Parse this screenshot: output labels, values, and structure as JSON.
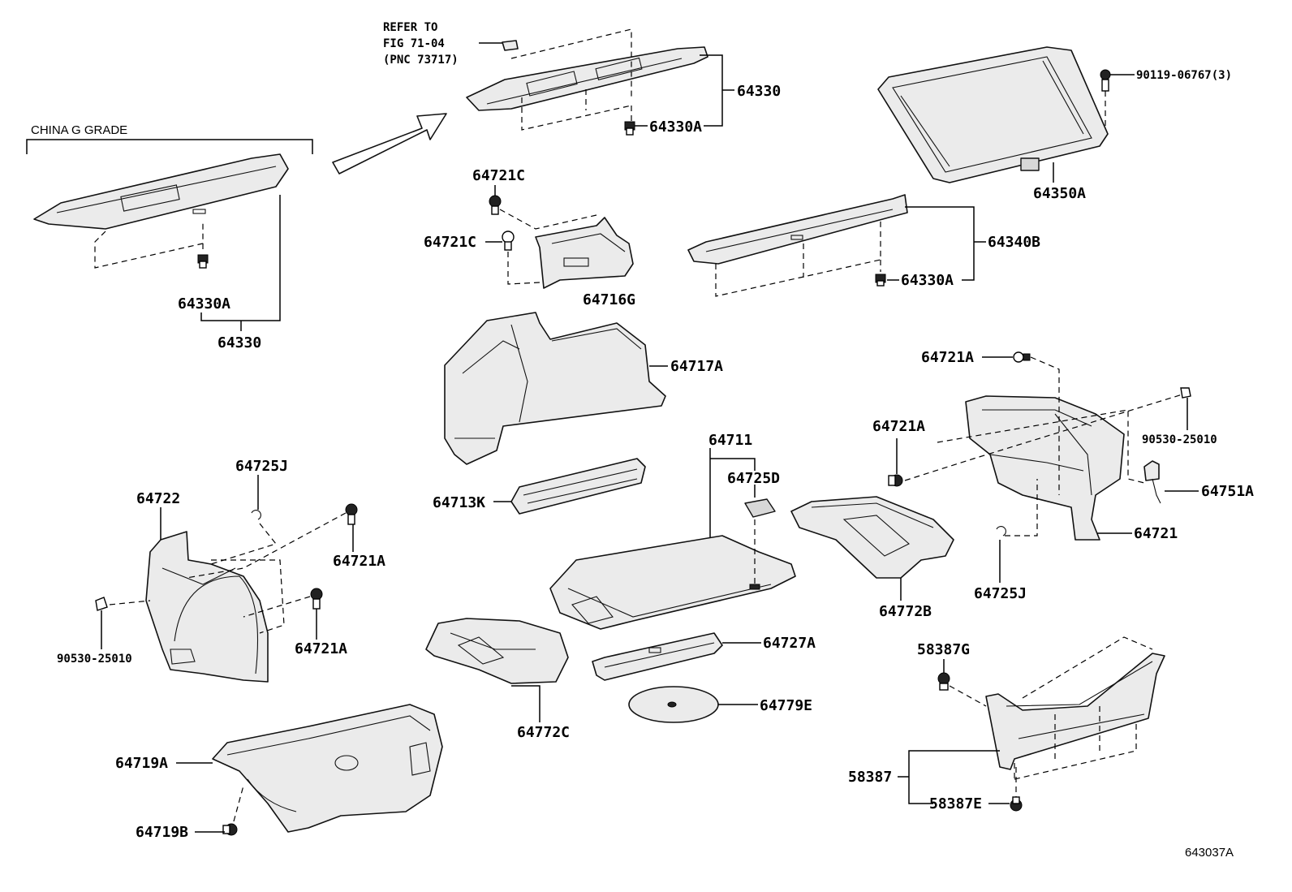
{
  "diagram_id": "643037A",
  "notes": {
    "refer_line1": "REFER TO",
    "refer_line2": "FIG 71-04",
    "refer_line3": "(PNC 73717)",
    "china_grade": "CHINA G GRADE"
  },
  "parts": {
    "p64330_main": "64330",
    "p64330a_top": "64330A",
    "p64330a_left": "64330A",
    "p64330_left": "64330",
    "p90119": "90119-06767(3)",
    "p64350a": "64350A",
    "p64721c_1": "64721C",
    "p64721c_2": "64721C",
    "p64716g": "64716G",
    "p64340b": "64340B",
    "p64330a_right": "64330A",
    "p64717a": "64717A",
    "p64721a_r1": "64721A",
    "p64721a_r2": "64721A",
    "p90530_r": "90530-25010",
    "p64751a": "64751A",
    "p64721": "64721",
    "p64725j_r": "64725J",
    "p64772b": "64772B",
    "p64711": "64711",
    "p64725d": "64725D",
    "p64713k": "64713K",
    "p64725j_l": "64725J",
    "p64722": "64722",
    "p64721a_l1": "64721A",
    "p64721a_l2": "64721A",
    "p90530_l": "90530-25010",
    "p64727a": "64727A",
    "p64779e": "64779E",
    "p64772c": "64772C",
    "p58387g": "58387G",
    "p58387": "58387",
    "p58387e": "58387E",
    "p64719a": "64719A",
    "p64719b": "64719B"
  }
}
